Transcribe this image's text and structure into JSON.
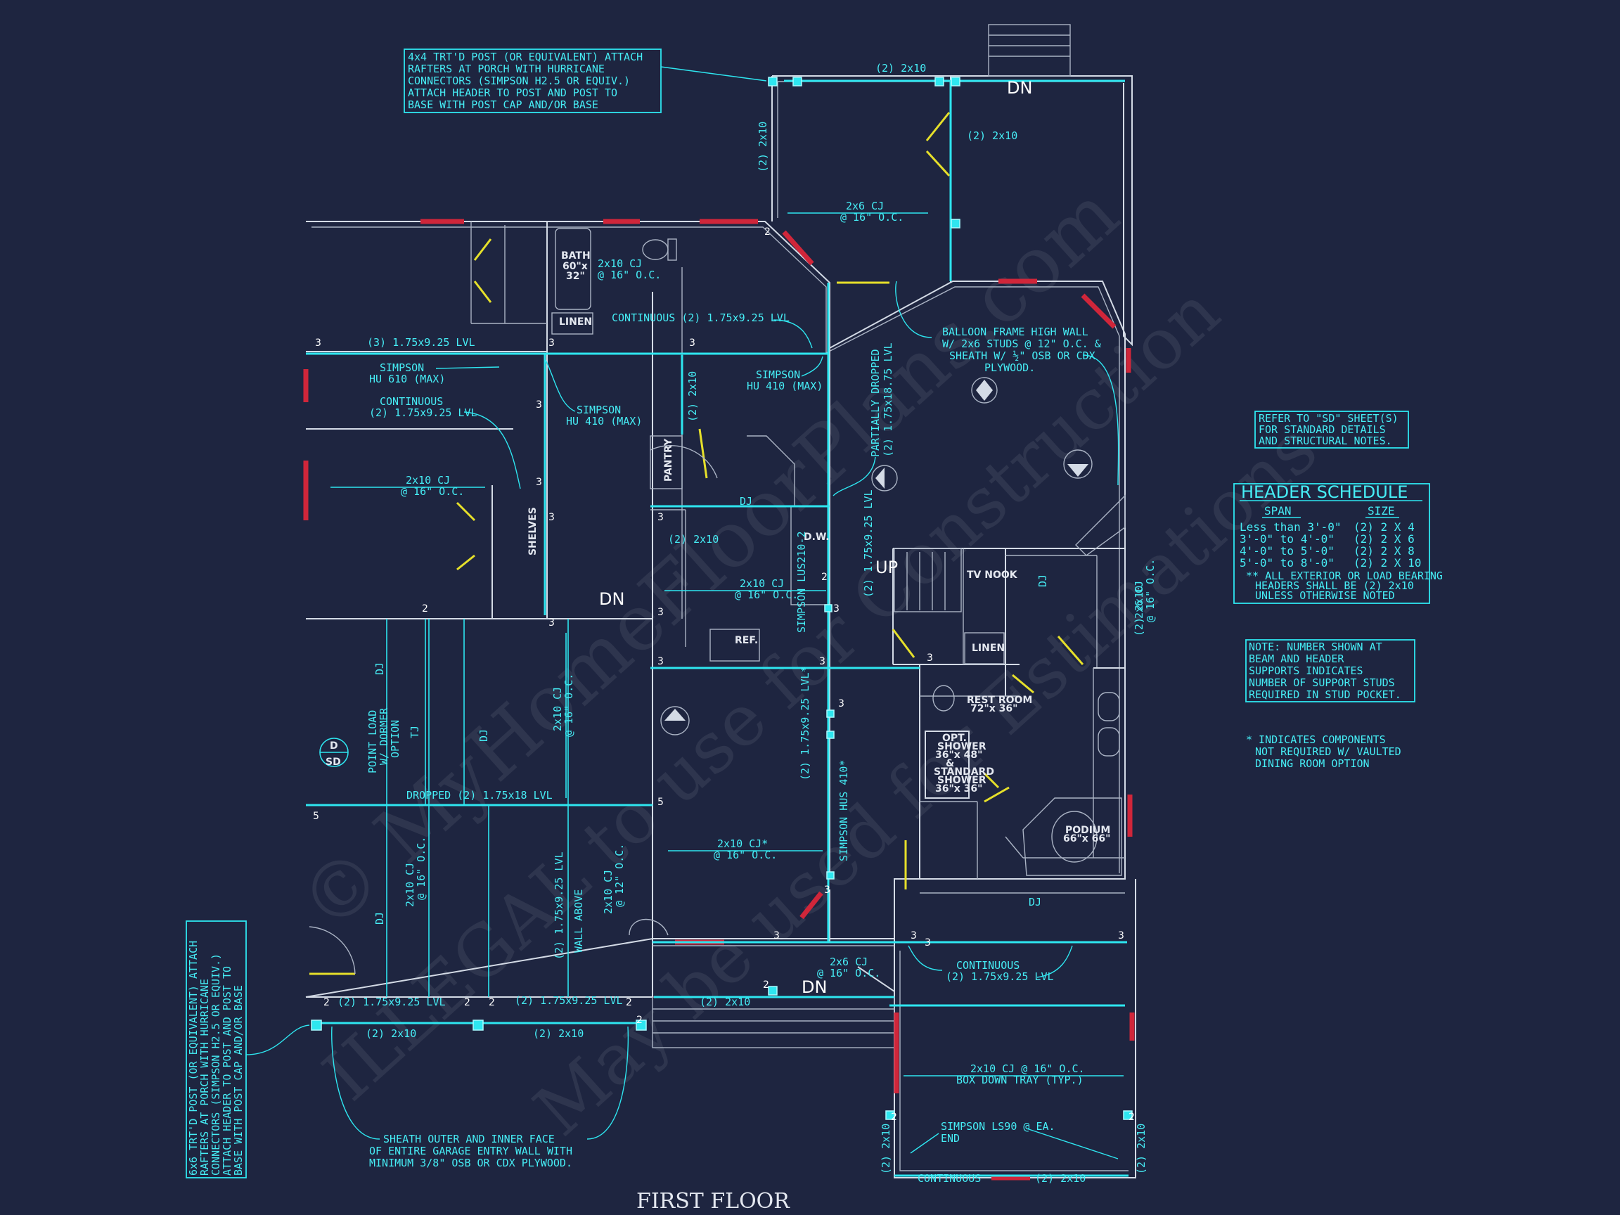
{
  "title": "FIRST FLOOR",
  "watermark": {
    "line1": "© MyHomeFloorPlans.com",
    "line2": "ILLEGAL to use for Construction",
    "line3": "May be used for Estimations"
  },
  "notes": {
    "porch_post": [
      "4x4 TRT'D POST (OR EQUIVALENT) ATTACH",
      "RAFTERS AT PORCH WITH HURRICANE",
      "CONNECTORS (SIMPSON H2.5 OR EQUIV.)",
      "ATTACH HEADER TO POST AND POST TO",
      "BASE WITH POST CAP AND/OR BASE"
    ],
    "garage_post": [
      "6x6 TRT'D POST (OR EQUIVALENT) ATTACH",
      "RAFTERS AT PORCH WITH HURRICANE",
      "CONNECTORS (SIMPSON H2.5 OR EQUIV.)",
      "ATTACH HEADER TO POST AND POST TO",
      "BASE WITH POST CAP AND/OR BASE"
    ],
    "sd_sheet": [
      "REFER TO \"SD\" SHEET(S)",
      "FOR STANDARD DETAILS",
      "AND STRUCTURAL NOTES."
    ],
    "support_studs": [
      "NOTE: NUMBER SHOWN AT",
      "BEAM AND HEADER",
      "SUPPORTS INDICATES",
      "NUMBER OF SUPPORT STUDS",
      "REQUIRED IN STUD POCKET."
    ],
    "vaulted": [
      "* INDICATES COMPONENTS",
      "NOT REQUIRED W/ VAULTED",
      "DINING ROOM OPTION"
    ],
    "balloon": [
      "BALLOON FRAME HIGH WALL",
      "W/ 2x6 STUDS @ 12\" O.C. &",
      "SHEATH W/ ½\" OSB OR CDX",
      "PLYWOOD."
    ],
    "sheath_garage": [
      "SHEATH OUTER AND INNER FACE",
      "OF ENTIRE GARAGE ENTRY WALL WITH",
      "MINIMUM 3/8\" OSB OR CDX PLYWOOD."
    ]
  },
  "header_schedule": {
    "title": "HEADER SCHEDULE",
    "col_span": "SPAN",
    "col_size": "SIZE",
    "rows": [
      {
        "span": "Less than 3'-0\"",
        "size": "(2) 2 X 4"
      },
      {
        "span": "3'-0\" to 4'-0\"",
        "size": "(2) 2 X 6"
      },
      {
        "span": "4'-0\" to 5'-0\"",
        "size": "(2) 2 X 8"
      },
      {
        "span": "5'-0\" to 8'-0\"",
        "size": "(2) 2 X 10"
      }
    ],
    "note": [
      "** ALL EXTERIOR OR LOAD BEARING",
      "HEADERS SHALL BE (2) 2x10",
      "UNLESS OTHERWISE NOTED"
    ]
  },
  "rooms": {
    "bath": [
      "BATH",
      "60\"x",
      "32\""
    ],
    "linen": "LINEN",
    "pantry": "PANTRY",
    "shelves": "SHELVES",
    "dw": "D.W.",
    "ref": "REF.",
    "tv_nook": "TV NOOK",
    "linen2": "LINEN",
    "rest_room": [
      "REST ROOM",
      "72\"x 36\""
    ],
    "shower": [
      "OPT.",
      "SHOWER",
      "36\"x 48\"",
      "&",
      "STANDARD",
      "SHOWER",
      "36\"x 36\""
    ],
    "podium": [
      "PODIUM",
      "66\"x 66\""
    ],
    "sd_tag": [
      "D",
      "SD"
    ]
  },
  "arrows": {
    "dn": "DN",
    "up": "UP"
  },
  "labels": {
    "top_2x10": "(2) 2x10",
    "porch_left_2x10": "(2) 2x10",
    "porch_mid_2x10": "(2) 2x10",
    "porch_cj": [
      "2x6 CJ",
      "@ 16\" O.C."
    ],
    "bath_cj": [
      "2x10 CJ",
      "@ 16\" O.C."
    ],
    "continuous_top": "CONTINUOUS (2) 1.75x9.25 LVL",
    "lvl3": "(3) 1.75x9.25 LVL",
    "simpson_hu610": [
      "SIMPSON",
      "HU 610 (MAX)"
    ],
    "simpson_hu410a": [
      "SIMPSON",
      "HU 410 (MAX)"
    ],
    "simpson_hu410b": [
      "SIMPSON",
      "HU 410 (MAX)"
    ],
    "continuous_left": [
      "CONTINUOUS",
      "(2) 1.75x9.25 LVL"
    ],
    "pantry_2x10": "(2) 2x10",
    "partially_dropped": [
      "PARTIALLY DROPPED",
      "(2) 1.75x18.75 LVL"
    ],
    "bed_cj": [
      "2x10 CJ",
      "@ 16\" O.C."
    ],
    "dj_kitchen": "DJ",
    "kitchen_2x10": "(2) 2x10",
    "kitchen_cj": [
      "2x10 CJ",
      "@ 16\" O.C."
    ],
    "simpson_lus": "SIMPSON LUS210-2",
    "kitchen_lvl": "(2) 1.75x9.25 LVL",
    "right_2x10": "(2) 2x10",
    "right_cj": [
      "2x6 CJ",
      "@ 16\" O.C."
    ],
    "dj_right": "DJ",
    "garage_dj1": "DJ",
    "garage_tj": "TJ",
    "garage_dj2": "DJ",
    "point_load": [
      "POINT LOAD",
      "W/ DORMER",
      "OPTION"
    ],
    "garage_cj": [
      "2x10 CJ",
      "@ 16\" O.C."
    ],
    "dropped": "DROPPED (2) 1.75x18 LVL",
    "dining_lvl": "(2) 1.75x9.25 LVL*",
    "simpson_hus": "SIMPSON HUS 410*",
    "dining_cj": [
      "2x10 CJ*",
      "@ 16\" O.C."
    ],
    "garage_dj3": "DJ",
    "garage_cj2": [
      "2x10 CJ",
      "@ 16\" O.C."
    ],
    "wall_above": [
      "(2) 1.75x9.25 LVL",
      "WALL ABOVE"
    ],
    "garage_cj3": [
      "2x10 CJ",
      "@ 12\" O.C."
    ],
    "garage_lvl_a": "(2) 1.75x9.25 LVL",
    "garage_lvl_b": "(2) 1.75x9.25 LVL",
    "garage_2x10_a": "(2) 2x10",
    "garage_2x10_b": "(2) 2x10",
    "dj_bath": "DJ",
    "continuous_bottom": [
      "CONTINUOUS",
      "(2) 1.75x9.25 LVL"
    ],
    "foyer_cj": [
      "2x6 CJ",
      "@ 16\" O.C."
    ],
    "front_2x10": "(2) 2x10",
    "porch_cj2": [
      "2x10 CJ @ 16\" O.C.",
      "BOX DOWN TRAY (TYP.)"
    ],
    "simpson_lsu": [
      "SIMPSON LS90 @ EA.",
      "END"
    ],
    "front_left_2x10": "(2) 2x10",
    "front_right_2x10": "(2) 2x10",
    "continuous_front": "CONTINUOUS",
    "front_bottom_2x10": "(2) 2x10"
  },
  "stud_counts": [
    "2",
    "3",
    "3",
    "3",
    "3",
    "3",
    "3",
    "3",
    "3",
    "2",
    "2",
    "3",
    "3",
    "3",
    "3",
    "3",
    "5",
    "5",
    "2",
    "2",
    "2",
    "2",
    "3",
    "3",
    "3",
    "3",
    "3",
    "3",
    "2",
    "2",
    "2",
    "2"
  ]
}
